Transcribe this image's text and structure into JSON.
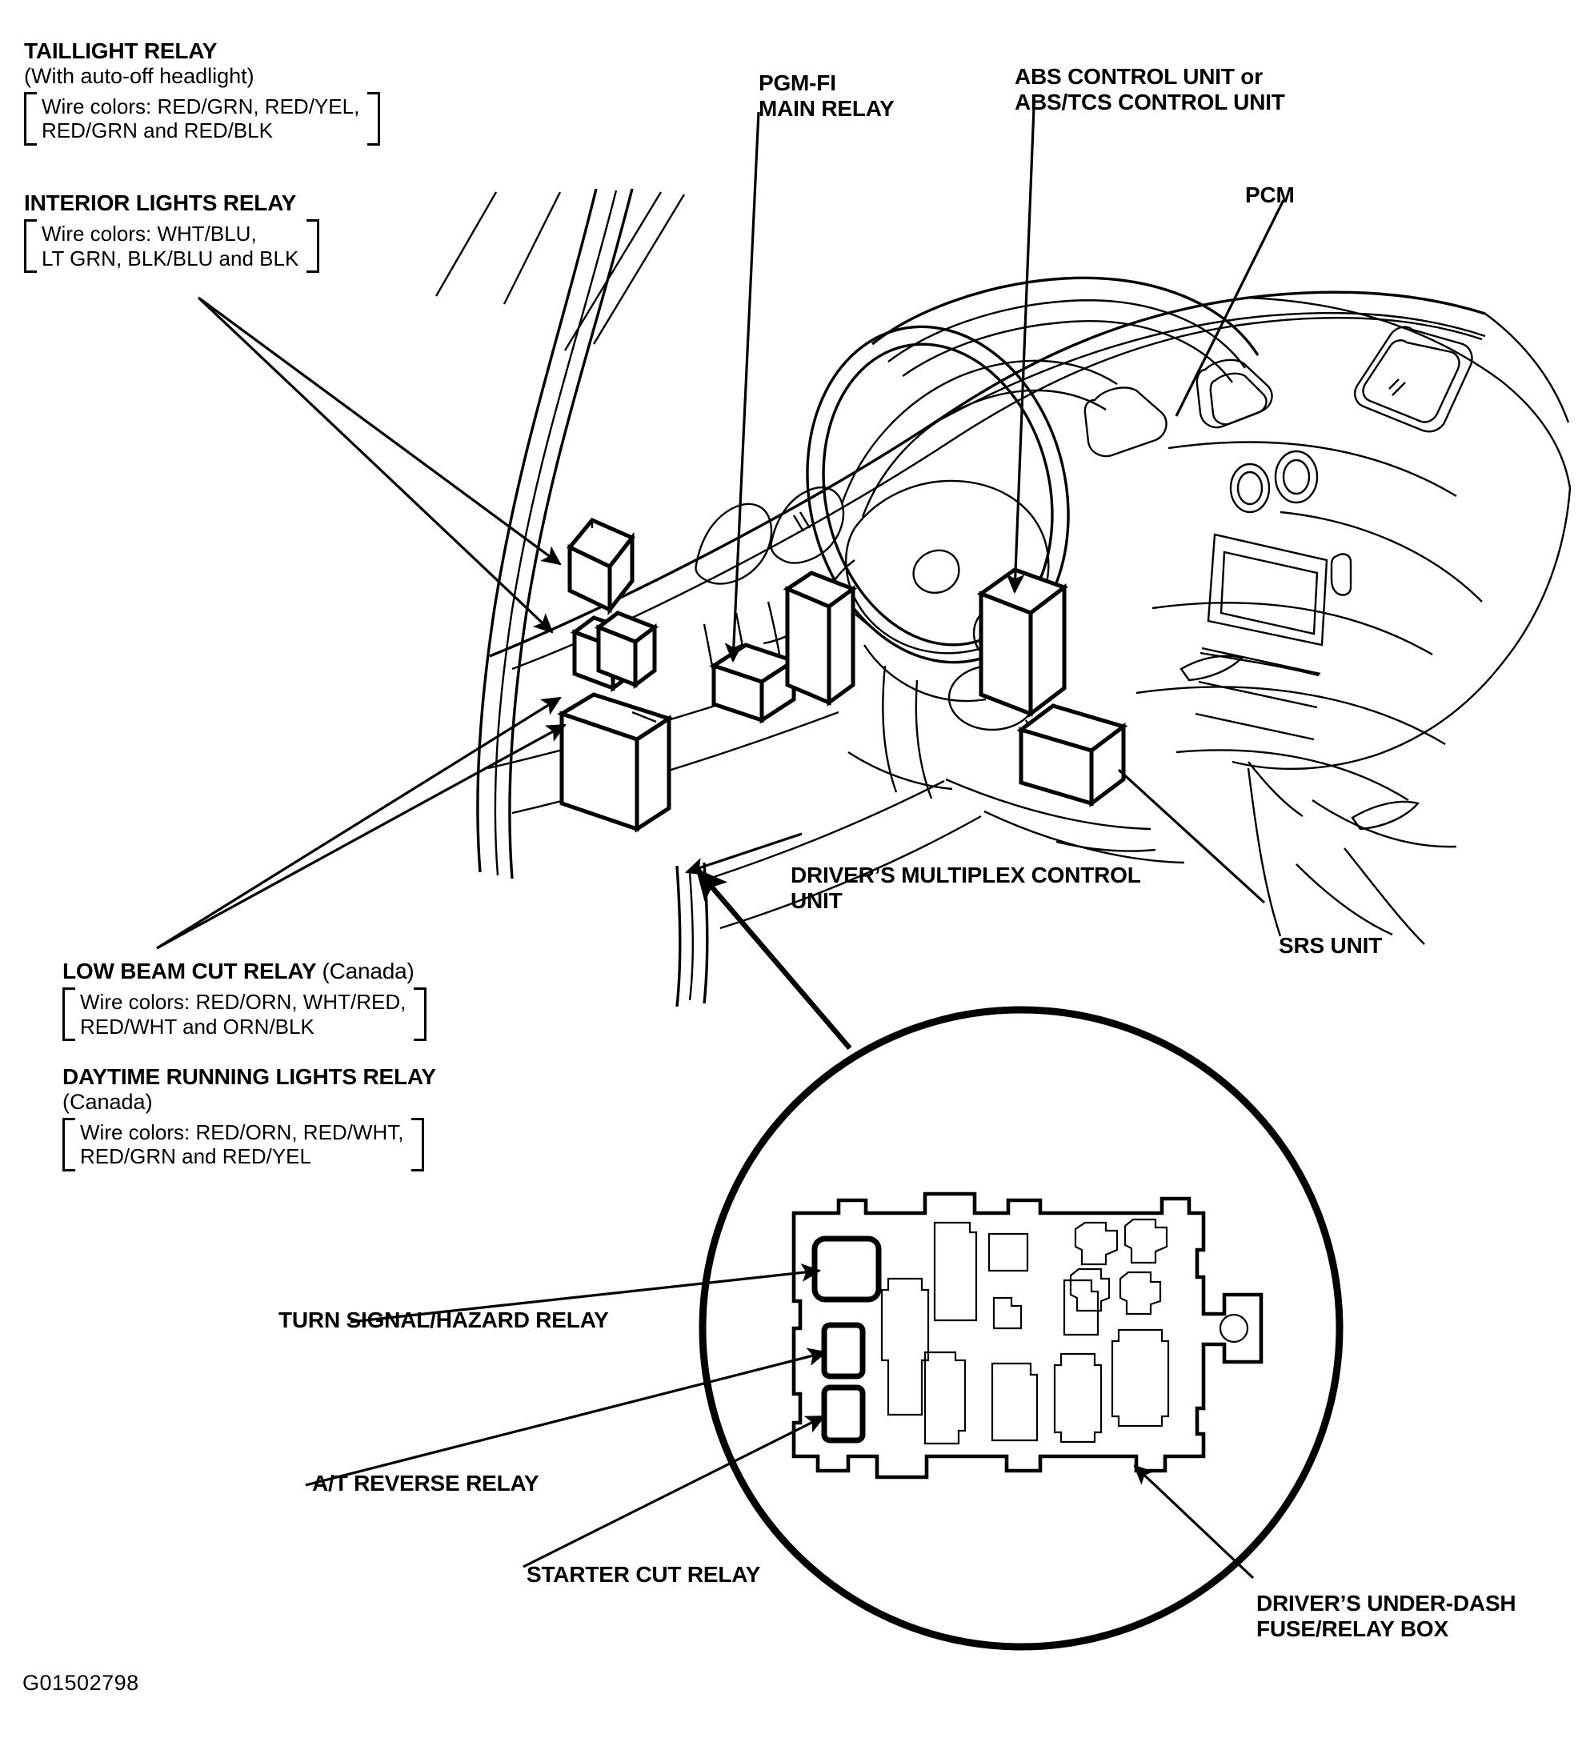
{
  "figure": {
    "id_code": "G01502798",
    "kind": "automotive-relay-location-diagram"
  },
  "labels": {
    "taillight_relay": {
      "title": "TAILLIGHT RELAY",
      "subtitle": "(With auto-off headlight)",
      "wire_colors_line1": "Wire colors: RED/GRN, RED/YEL,",
      "wire_colors_line2": "RED/GRN and RED/BLK"
    },
    "interior_lights_relay": {
      "title": "INTERIOR LIGHTS RELAY",
      "wire_colors_line1": "Wire colors: WHT/BLU,",
      "wire_colors_line2": "LT GRN, BLK/BLU and BLK"
    },
    "low_beam_cut_relay": {
      "title": "LOW BEAM CUT RELAY",
      "title_suffix": "(Canada)",
      "wire_colors_line1": "Wire colors: RED/ORN, WHT/RED,",
      "wire_colors_line2": "RED/WHT and ORN/BLK"
    },
    "daytime_running_lights_relay": {
      "title": "DAYTIME RUNNING LIGHTS RELAY",
      "subtitle": "(Canada)",
      "wire_colors_line1": "Wire colors: RED/ORN, RED/WHT,",
      "wire_colors_line2": "RED/GRN and RED/YEL"
    },
    "pgm_fi_main_relay": {
      "line1": "PGM-FI",
      "line2": "MAIN RELAY"
    },
    "abs_control_unit": {
      "line1": "ABS CONTROL UNIT or",
      "line2": "ABS/TCS CONTROL UNIT"
    },
    "pcm": {
      "line1": "PCM"
    },
    "srs_unit": {
      "line1": "SRS UNIT"
    },
    "drivers_multiplex_control_unit": {
      "line1": "DRIVER’S MULTIPLEX CONTROL",
      "line2": "UNIT"
    },
    "turn_signal_hazard_relay": {
      "line1": "TURN SIGNAL/HAZARD RELAY"
    },
    "at_reverse_relay": {
      "line1": "A/T REVERSE RELAY"
    },
    "starter_cut_relay": {
      "line1": "STARTER CUT RELAY"
    },
    "drivers_under_dash_fuse_relay_box": {
      "line1": "DRIVER’S UNDER-DASH",
      "line2": "FUSE/RELAY BOX"
    }
  },
  "colors": {
    "ink": "#000000",
    "paper": "#ffffff"
  }
}
